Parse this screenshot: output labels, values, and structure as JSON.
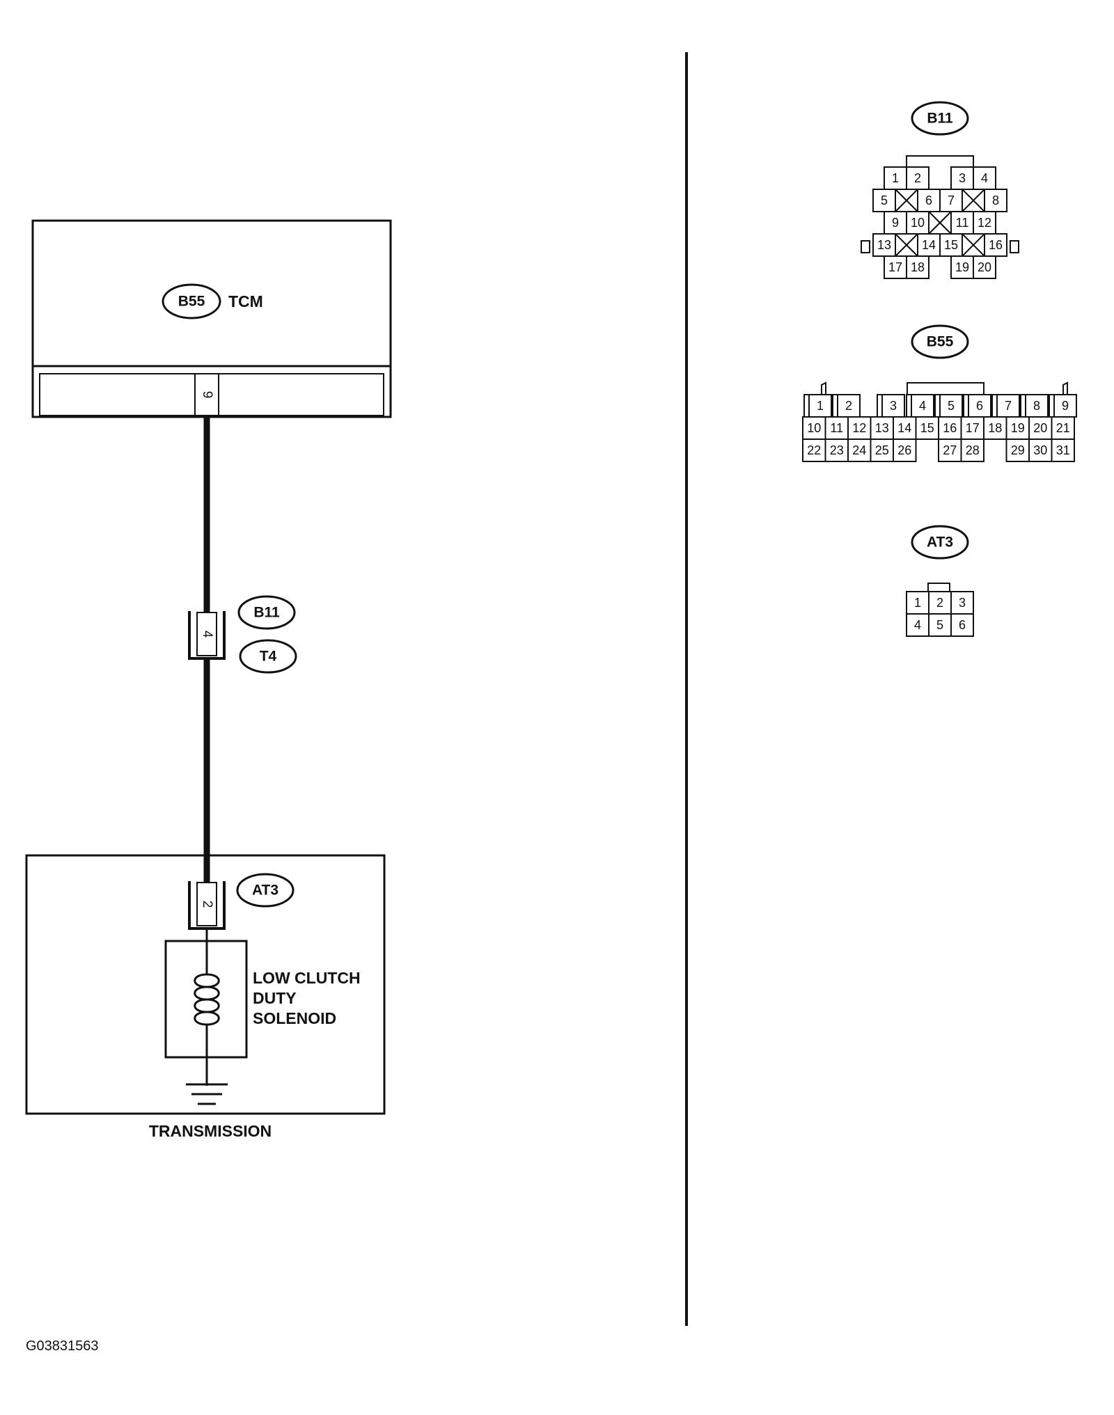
{
  "left_diagram": {
    "tcm": {
      "connector": "B55",
      "label": "TCM",
      "pin": "9"
    },
    "junction": {
      "connector_top": "B11",
      "connector_bottom": "T4",
      "pin": "4"
    },
    "transmission": {
      "connector": "AT3",
      "pin": "2",
      "solenoid_lines": [
        "LOW CLUTCH",
        "DUTY",
        "SOLENOID"
      ],
      "label": "TRANSMISSION"
    }
  },
  "connectors": {
    "b11": {
      "label": "B11",
      "rows": [
        [
          "1",
          "2",
          "3",
          "4"
        ],
        [
          "5",
          "6",
          "7",
          "8"
        ],
        [
          "9",
          "10",
          "11",
          "12"
        ],
        [
          "13",
          "14",
          "15",
          "16"
        ],
        [
          "17",
          "18",
          "19",
          "20"
        ]
      ]
    },
    "b55": {
      "label": "B55",
      "row1": [
        "1",
        "2",
        "3",
        "4",
        "5",
        "6",
        "7",
        "8",
        "9"
      ],
      "row2": [
        "10",
        "11",
        "12",
        "13",
        "14",
        "15",
        "16",
        "17",
        "18",
        "19",
        "20",
        "21"
      ],
      "row3": [
        "22",
        "23",
        "24",
        "25",
        "26",
        "27",
        "28",
        "29",
        "30",
        "31"
      ]
    },
    "at3": {
      "label": "AT3",
      "rows": [
        [
          "1",
          "2",
          "3"
        ],
        [
          "4",
          "5",
          "6"
        ]
      ]
    }
  },
  "footer": {
    "code": "G03831563"
  }
}
